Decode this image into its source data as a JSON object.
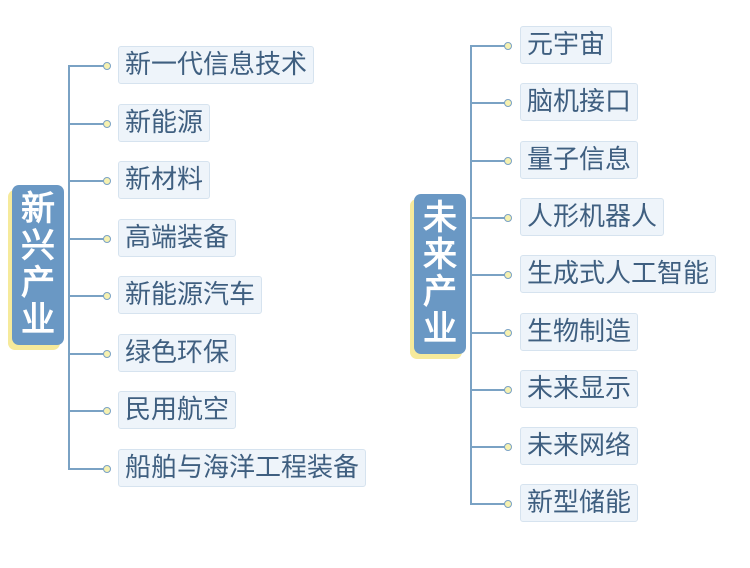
{
  "groups": [
    {
      "title": "新兴产业",
      "items": [
        "新一代信息技术",
        "新能源",
        "新材料",
        "高端装备",
        "新能源汽车",
        "绿色环保",
        "民用航空",
        "船舶与海洋工程装备"
      ]
    },
    {
      "title": "未来产业",
      "items": [
        "元宇宙",
        "脑机接口",
        "量子信息",
        "人形机器人",
        "生成式人工智能",
        "生物制造",
        "未来显示",
        "未来网络",
        "新型储能"
      ]
    }
  ],
  "colors": {
    "root_fill": "#6a98c4",
    "root_shadow": "#f6ea9b",
    "line": "#7aa2c4",
    "leaf_fill": "#eef4fa",
    "leaf_text": "#3f5f80",
    "dot_fill": "#f6f1b0"
  }
}
